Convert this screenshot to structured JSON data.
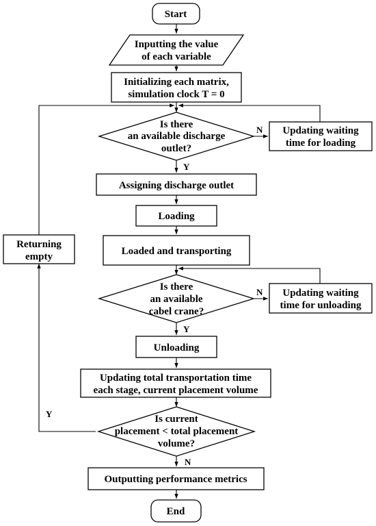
{
  "nodes": {
    "start": {
      "lines": [
        "Start"
      ]
    },
    "input": {
      "lines": [
        "Inputting the value",
        "of each variable"
      ]
    },
    "init": {
      "lines": [
        "Initializing each matrix,",
        "simulation clock T = 0"
      ]
    },
    "dec_outlet": {
      "lines": [
        "Is there",
        "an available discharge",
        "outlet?"
      ]
    },
    "wait_load": {
      "lines": [
        "Updating waiting",
        "time for loading"
      ]
    },
    "assign": {
      "lines": [
        "Assigning discharge outlet"
      ]
    },
    "loading": {
      "lines": [
        "Loading"
      ]
    },
    "transport": {
      "lines": [
        "Loaded and transporting"
      ]
    },
    "returning": {
      "lines": [
        "Returning",
        "empty"
      ]
    },
    "dec_crane": {
      "lines": [
        "Is there",
        "an available",
        "cabel crane?"
      ]
    },
    "wait_unload": {
      "lines": [
        "Updating waiting",
        "time for unloading"
      ]
    },
    "unloading": {
      "lines": [
        "Unloading"
      ]
    },
    "update_total": {
      "lines": [
        "Updating total transportation time",
        "each stage, current placement volume"
      ]
    },
    "dec_placement": {
      "lines": [
        "Is current",
        "placement < total placement",
        "volume?"
      ]
    },
    "output": {
      "lines": [
        "Outputting performance metrics"
      ]
    },
    "end": {
      "lines": [
        "End"
      ]
    }
  },
  "edge_labels": {
    "outlet_no": "N",
    "outlet_yes": "Y",
    "crane_no": "N",
    "crane_yes": "Y",
    "placement_yes": "Y",
    "placement_no": "N"
  }
}
